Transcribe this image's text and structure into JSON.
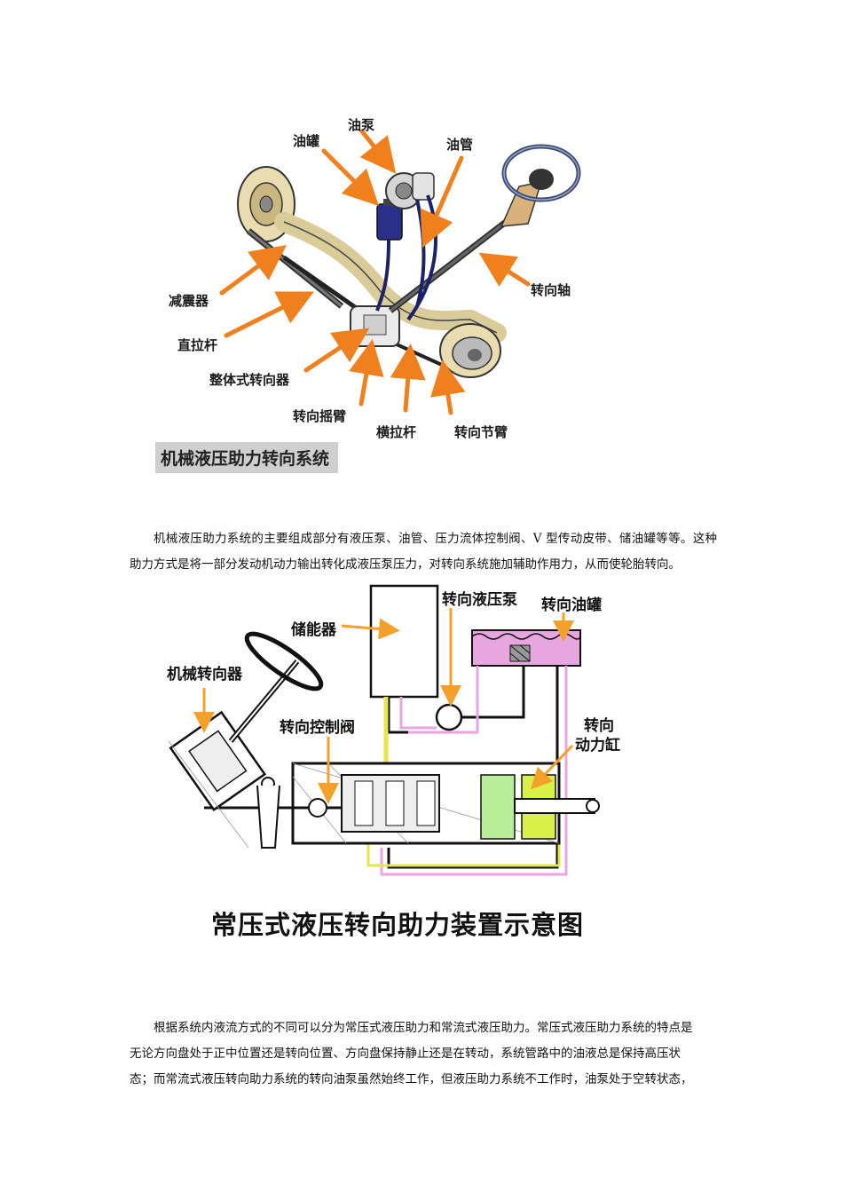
{
  "figure1": {
    "labels": {
      "oil_pump": "油泵",
      "oil_tank": "油罐",
      "oil_pipe": "油管",
      "shock_absorber": "减震器",
      "drag_link": "直拉杆",
      "integral_steering_gear": "整体式转向器",
      "steering_shaft": "转向轴",
      "pitman_arm": "转向摇臂",
      "tie_rod": "横拉杆",
      "knuckle_arm": "转向节臂"
    },
    "caption": "机械液压助力转向系统",
    "colors": {
      "arrow": "#f07f1e",
      "tank": "#2a2f8a",
      "caption_bg": "#cfcfcf"
    }
  },
  "paragraph1": "机械液压助力系统的主要组成部分有液压泵、油管、压力流体控制阀、V 型传动皮带、储油罐等等。这种助力方式是将一部分发动机动力输出转化成液压泵压力，对转向系统施加辅助作用力，从而使轮胎转向。",
  "figure2": {
    "labels": {
      "accumulator": "储能器",
      "steering_pump": "转向液压泵",
      "steering_tank": "转向油罐",
      "mechanical_gear": "机械转向器",
      "control_valve": "转向控制阀",
      "power_cylinder_line1": "转向",
      "power_cylinder_line2": "动力缸"
    },
    "caption": "常压式液压转向助力装置示意图",
    "colors": {
      "arrow": "#f5a02a",
      "oil": "#e7a6df",
      "pipe_yellow": "#e6e64a",
      "piston_green": "#b9ef9a",
      "chamber_green": "#d8f04a"
    }
  },
  "paragraph2": {
    "line1": "根据系统内液流方式的不同可以分为常压式液压助力和常流式液压助力。常压式液压助力系统的特点是",
    "line2": "无论方向盘处于正中位置还是转向位置、方向盘保持静止还是在转动，系统管路中的油液总是保持高压状",
    "line3": "态；而常流式液压转向助力系统的转向油泵虽然始终工作，但液压助力系统不工作时，油泵处于空转状态，"
  }
}
